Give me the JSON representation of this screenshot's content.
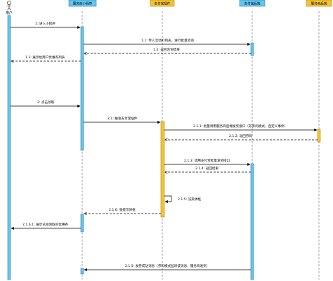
{
  "participants": [
    {
      "id": "user",
      "label": "用户",
      "kind": "actor"
    },
    {
      "id": "miniprogram",
      "label": "服务商小程序",
      "kind": "box",
      "color": "#5fc7f2"
    },
    {
      "id": "plugin",
      "label": "支付宝插件",
      "kind": "box",
      "color": "#f6c432"
    },
    {
      "id": "alipay",
      "label": "支付宝后端",
      "kind": "box",
      "color": "#5fc7f2"
    },
    {
      "id": "backend",
      "label": "服务商后端",
      "kind": "box",
      "color": "#f6c432"
    }
  ],
  "messages": [
    {
      "label": "1: 进入小程序",
      "from": "user",
      "to": "miniprogram",
      "style": "solid"
    },
    {
      "label": "1.1: 传入活动ID列表，进行批量咨询",
      "from": "miniprogram",
      "to": "alipay",
      "style": "solid"
    },
    {
      "label": "1.2: 返回咨询结果",
      "from": "alipay",
      "to": "miniprogram",
      "style": "dashed"
    },
    {
      "label": "1.3: 展示给用户优惠券列表",
      "from": "miniprogram",
      "to": "user",
      "style": "dashed"
    },
    {
      "label": "2: 点击领取",
      "from": "user",
      "to": "miniprogram",
      "style": "solid"
    },
    {
      "label": "2.1: 触发支付宝插件",
      "from": "miniprogram",
      "to": "plugin",
      "style": "solid"
    },
    {
      "label": "2.1.1: 批量调用服务商后端发奖接口（非券码模式，自定义事件）",
      "from": "plugin",
      "to": "backend",
      "style": "solid"
    },
    {
      "label": "2.1.2: 返回券码",
      "from": "backend",
      "to": "plugin",
      "style": "dashed"
    },
    {
      "label": "2.1.3: 调用支付宝批量发奖接口",
      "from": "plugin",
      "to": "alipay",
      "style": "solid"
    },
    {
      "label": "2.1.4: 返回结果",
      "from": "alipay",
      "to": "plugin",
      "style": "dashed"
    },
    {
      "label": "2.1.5: 渲染弹框",
      "from": "plugin",
      "to": "plugin",
      "style": "self"
    },
    {
      "label": "2.1.6: 强提示弹框",
      "from": "plugin",
      "to": "miniprogram",
      "style": "dashed"
    },
    {
      "label": "2.1.6.1: 展示已经领取的优惠券",
      "from": "miniprogram",
      "to": "user",
      "style": "solid"
    },
    {
      "label": "2.1.5: 发券成功消息（券码模式监听该消息，服务商发奖）",
      "from": "alipay",
      "to": "miniprogram",
      "style": "solid"
    }
  ]
}
